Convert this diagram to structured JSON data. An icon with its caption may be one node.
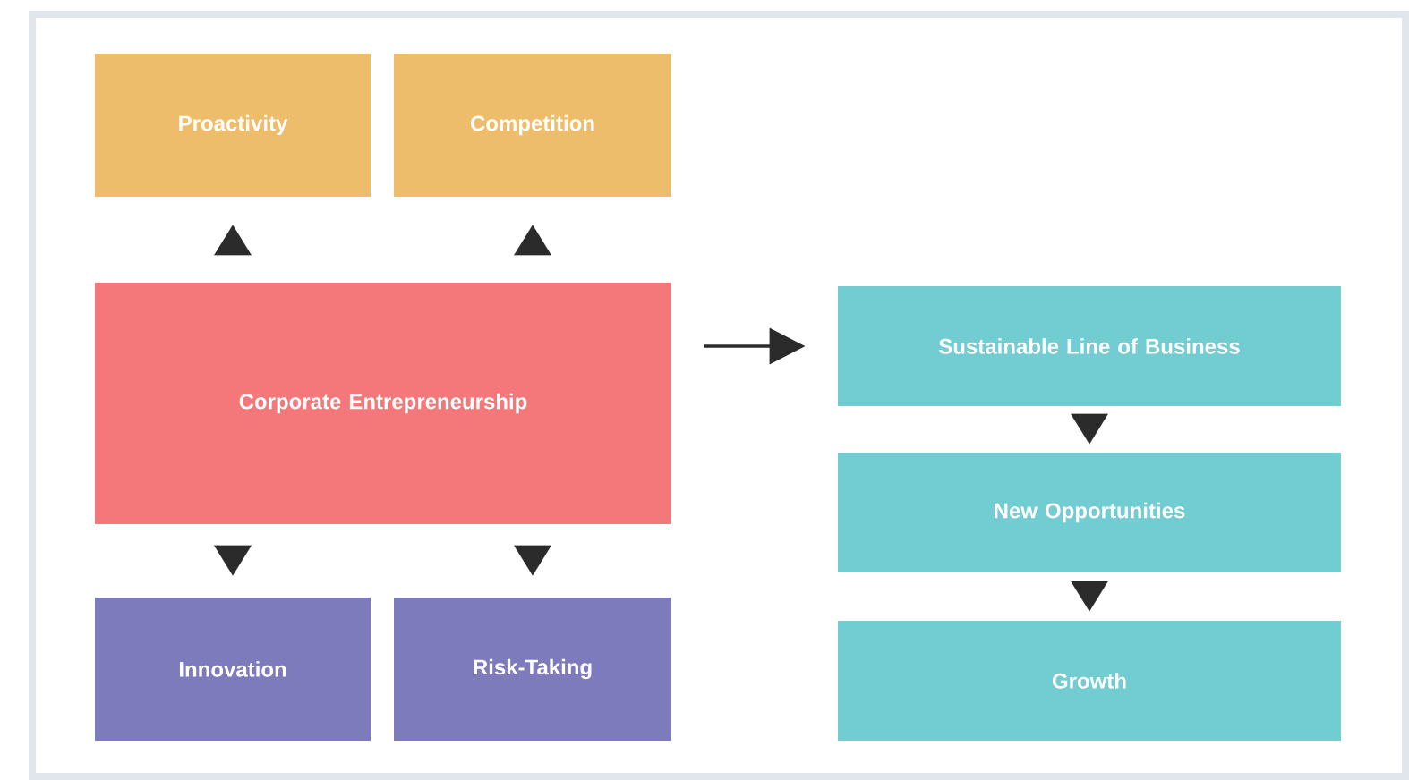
{
  "diagram": {
    "nodes": [
      {
        "text": [
          "Proactivity"
        ]
      },
      {
        "text": [
          "Competition"
        ]
      },
      {
        "text": [
          "Corporate Entrepreneurship"
        ]
      },
      {
        "text": [
          "Innovation"
        ]
      },
      {
        "text": [
          "Risk-Taking"
        ]
      },
      {
        "text": [
          "Sustainable Line of Business"
        ]
      },
      {
        "text": [
          "New Opportunities"
        ]
      },
      {
        "text": [
          "Growth"
        ]
      }
    ],
    "edges": [
      {
        "from": 2,
        "to": 0,
        "arrow": "to"
      },
      {
        "from": 2,
        "to": 1,
        "arrow": "to"
      },
      {
        "from": 2,
        "to": 3,
        "arrow": "to"
      },
      {
        "from": 2,
        "to": 4,
        "arrow": "to"
      },
      {
        "from": 2,
        "to": 5,
        "arrow": "to"
      },
      {
        "from": 5,
        "to": 6,
        "arrow": "to"
      },
      {
        "from": 6,
        "to": 7,
        "arrow": "to"
      }
    ]
  }
}
